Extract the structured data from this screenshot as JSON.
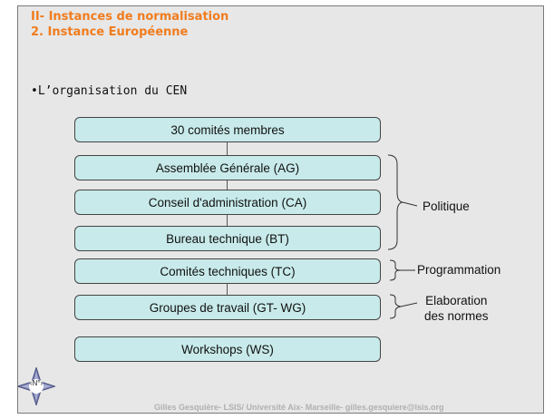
{
  "title": {
    "line1": "II- Instances de normalisation",
    "line2": "2. Instance Européenne"
  },
  "bullet": "•L’organisation du CEN",
  "boxes": [
    "30 comités membres",
    "Assemblée Générale (AG)",
    "Conseil d'administration (CA)",
    "Bureau technique (BT)",
    "Comités techniques (TC)",
    "Groupes de travail (GT- WG)",
    "Workshops (WS)"
  ],
  "groups": {
    "politique": "Politique",
    "programmation": "Programmation",
    "elaboration_line1": "Elaboration",
    "elaboration_line2": "des normes"
  },
  "footer": "Gilles Gesquière- LSIS/ Université Aix- Marseille- gilles.gesquiere@lsis.org",
  "slide_number": "‹N°›",
  "colors": {
    "title": "#f07c1e",
    "box_fill": "#c8eaea",
    "slide_background": "#e7e7e7"
  }
}
